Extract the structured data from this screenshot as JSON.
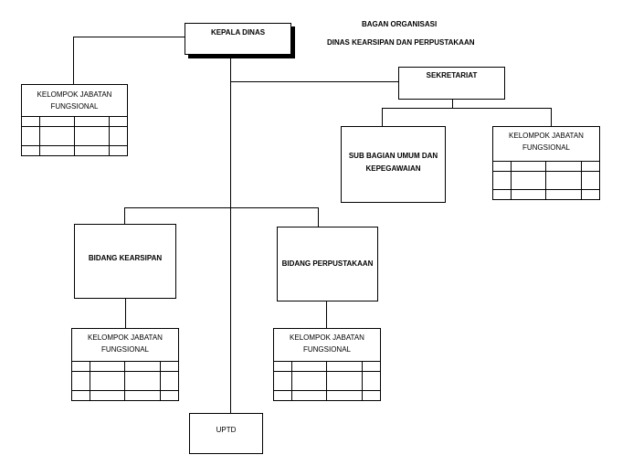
{
  "header": {
    "title": "BAGAN ORGANISASI",
    "subtitle": "DINAS KEARSIPAN DAN PERPUSTAKAAN"
  },
  "nodes": {
    "kepala": "KEPALA DINAS",
    "sekretariat": "SEKRETARIAT",
    "subbag": [
      "SUB BAGIAN UMUM DAN",
      "KEPEGAWAIAN"
    ],
    "bidang_kearsipan": "BIDANG KEARSIPAN",
    "bidang_perpustakaan": "BIDANG PERPUSTAKAAN",
    "uptd": "UPTD"
  },
  "functional_group": {
    "line1": "KELOMPOK JABATAN",
    "line2": "FUNGSIONAL"
  }
}
